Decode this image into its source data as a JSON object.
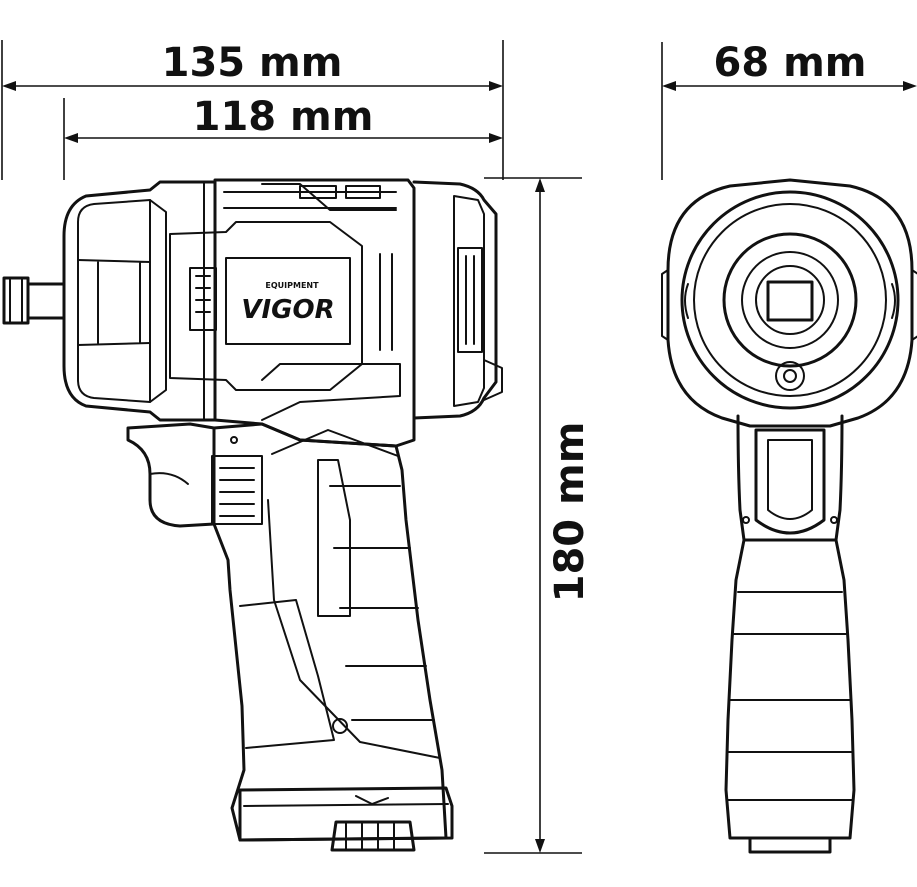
{
  "dimensions": {
    "overall_length": "135 mm",
    "body_length": "118 mm",
    "height": "180 mm",
    "width": "68 mm"
  },
  "brand": {
    "sub": "EQUIPMENT",
    "name": "VIGOR"
  }
}
